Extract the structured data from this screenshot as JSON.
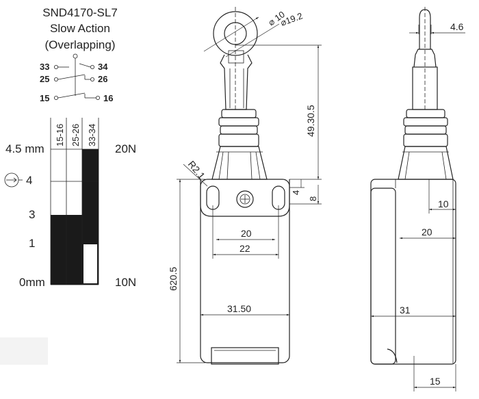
{
  "header": {
    "model": "SND4170-SL7",
    "action": "Slow Action",
    "type": "(Overlapping)"
  },
  "contacts": {
    "row1_left": "33",
    "row1_right": "34",
    "row2_left": "25",
    "row2_right": "26",
    "row3_left": "15",
    "row3_right": "16"
  },
  "travel_chart": {
    "columns": [
      "15-16",
      "25-26",
      "33-34"
    ],
    "left_labels": {
      "l45": "4.5 mm",
      "l4": "4",
      "l3": "3",
      "l1": "1",
      "l0": "0mm"
    },
    "right_labels": {
      "top": "20N",
      "bottom": "10N"
    }
  },
  "front_view": {
    "dia_small": "⌀ 10",
    "dia_large": "⌀19.2",
    "height_total": "49.30.5",
    "radius": "R2.1",
    "dim_4": "4",
    "dim_8": "8",
    "dim_20": "20",
    "dim_22": "22",
    "dim_620": "620.5",
    "dim_315": "31.50"
  },
  "side_view": {
    "dim_46": "4.6",
    "dim_10": "10",
    "dim_20": "20",
    "dim_31": "31",
    "dim_15": "15"
  },
  "colors": {
    "ink": "#222222",
    "fill": "#1a1a1a",
    "background": "#ffffff",
    "panel": "#f3f3f3"
  }
}
